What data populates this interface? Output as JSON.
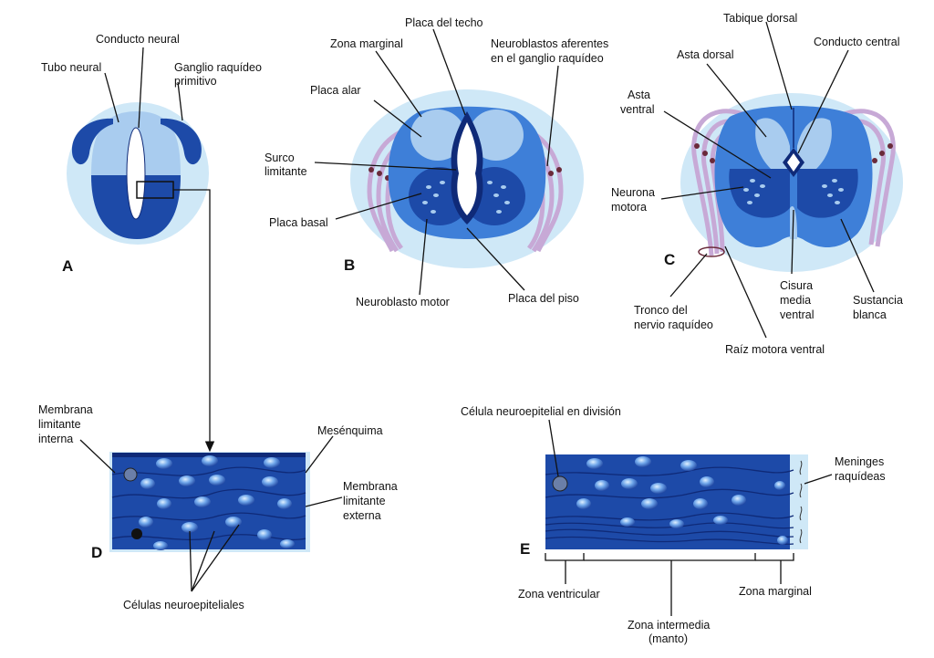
{
  "colors": {
    "halo": "#cfe8f7",
    "light_blue": "#a9ccef",
    "mid_blue": "#3e7fd8",
    "dark_blue": "#1d4aa8",
    "navy": "#0f2a78",
    "nerve_lilac": "#c7a9d6",
    "nerve_dot": "#6a2a3a"
  },
  "panels": {
    "a": {
      "letter": "A",
      "labels": {
        "conducto_neural": "Conducto neural",
        "tubo_neural": "Tubo neural",
        "ganglio_1": "Ganglio raquídeo",
        "ganglio_2": "primitivo"
      }
    },
    "b": {
      "letter": "B",
      "labels": {
        "placa_techo": "Placa del techo",
        "zona_marginal": "Zona marginal",
        "neuroblastos_1": "Neuroblastos aferentes",
        "neuroblastos_2": "en el ganglio raquídeo",
        "placa_alar": "Placa alar",
        "surco_1": "Surco",
        "surco_2": "limitante",
        "placa_basal": "Placa basal",
        "neuroblasto_motor": "Neuroblasto motor",
        "placa_piso": "Placa del piso"
      }
    },
    "c": {
      "letter": "C",
      "labels": {
        "tabique_dorsal": "Tabique dorsal",
        "asta_dorsal": "Asta dorsal",
        "conducto_central": "Conducto central",
        "asta_ventral_1": "Asta",
        "asta_ventral_2": "ventral",
        "neurona_1": "Neurona",
        "neurona_2": "motora",
        "tronco_1": "Tronco del",
        "tronco_2": "nervio raquídeo",
        "cisura_1": "Cisura",
        "cisura_2": "media",
        "cisura_3": "ventral",
        "sustancia_1": "Sustancia",
        "sustancia_2": "blanca",
        "raiz": "Raíz motora ventral"
      }
    },
    "d": {
      "letter": "D",
      "labels": {
        "membrana_int_1": "Membrana",
        "membrana_int_2": "limitante",
        "membrana_int_3": "interna",
        "mesenquima": "Mesénquima",
        "membrana_ext_1": "Membrana",
        "membrana_ext_2": "limitante",
        "membrana_ext_3": "externa",
        "celulas": "Células neuroepiteliales"
      }
    },
    "e": {
      "letter": "E",
      "labels": {
        "celula_division": "Célula neuroepitelial en división",
        "meninges_1": "Meninges",
        "meninges_2": "raquídeas",
        "zona_ventricular": "Zona ventricular",
        "zona_marginal": "Zona marginal",
        "zona_intermedia_1": "Zona intermedia",
        "zona_intermedia_2": "(manto)"
      }
    }
  }
}
